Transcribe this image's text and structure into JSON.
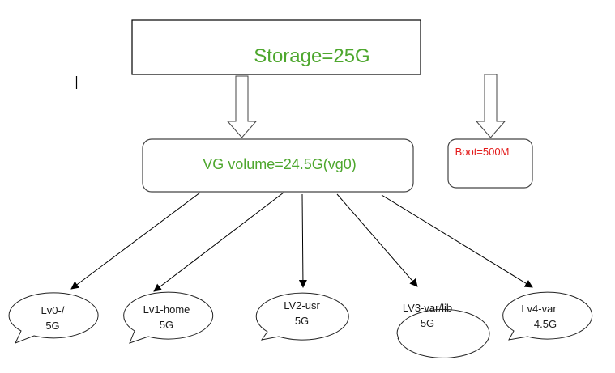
{
  "diagram": {
    "storage": {
      "label": "Storage=25G",
      "color": "#4ea72e"
    },
    "vg": {
      "label": "VG volume=24.5G(vg0)",
      "color": "#4ea72e"
    },
    "boot": {
      "label": "Boot=500M",
      "color": "#e31a1a"
    },
    "logical_volumes": [
      {
        "name": "Lv0-/",
        "size": "5G"
      },
      {
        "name": "Lv1-home",
        "size": "5G"
      },
      {
        "name": "LV2-usr",
        "size": "5G"
      },
      {
        "name": "LV3-var/lib",
        "size": "5G"
      },
      {
        "name": "Lv4-var",
        "size": "4.5G"
      }
    ]
  }
}
